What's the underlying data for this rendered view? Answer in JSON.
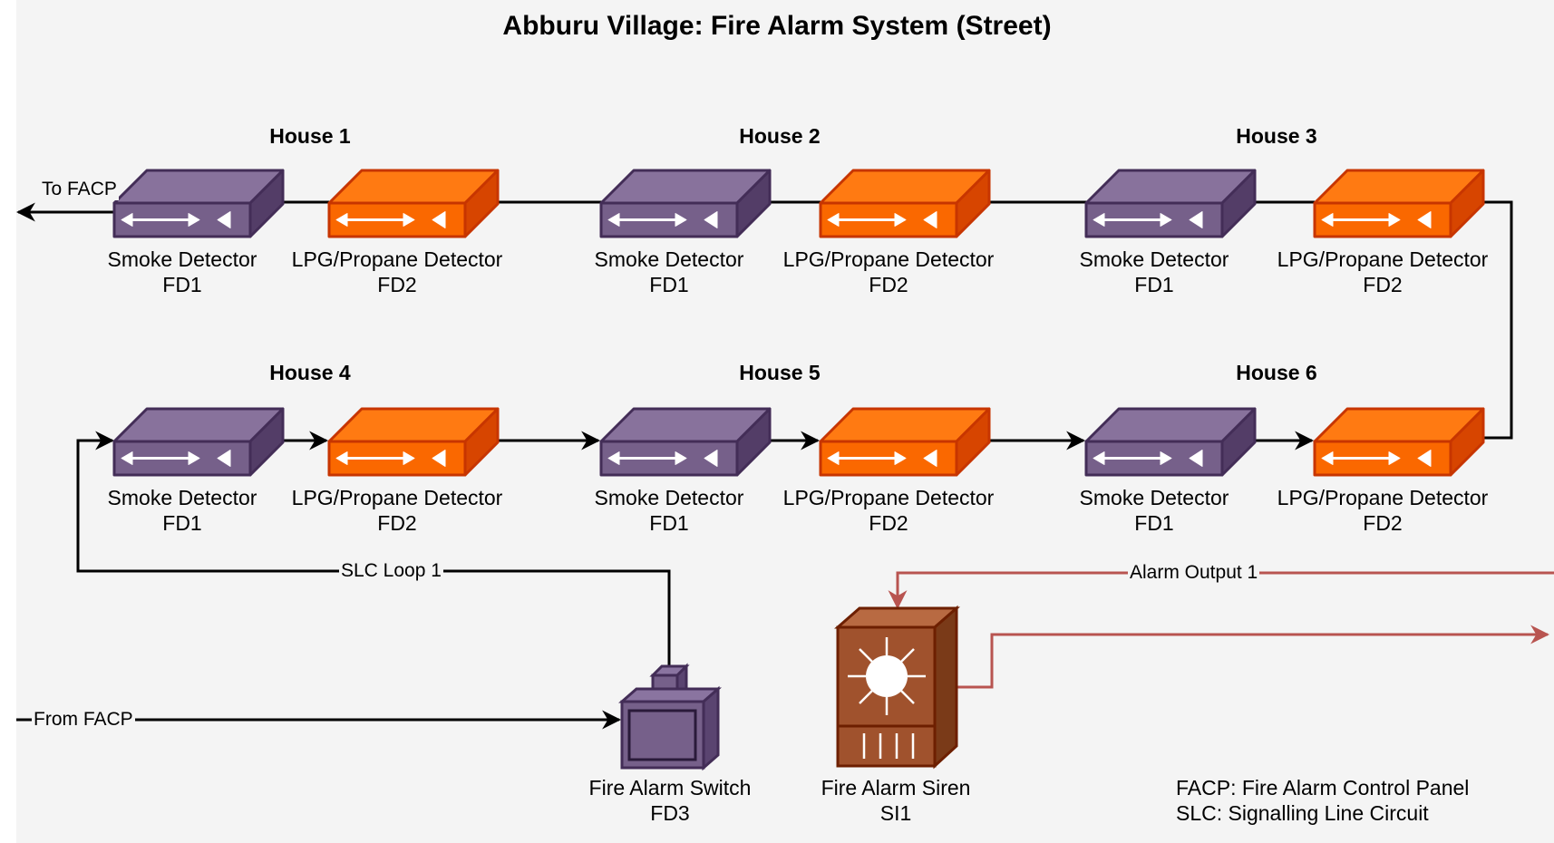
{
  "title": "Abburu Village: Fire Alarm System (Street)",
  "houses": [
    {
      "name": "House 1",
      "smoke": {
        "type": "Smoke Detector",
        "id": "FD1"
      },
      "lpg": {
        "type": "LPG/Propane Detector",
        "id": "FD2"
      }
    },
    {
      "name": "House 2",
      "smoke": {
        "type": "Smoke Detector",
        "id": "FD1"
      },
      "lpg": {
        "type": "LPG/Propane Detector",
        "id": "FD2"
      }
    },
    {
      "name": "House 3",
      "smoke": {
        "type": "Smoke Detector",
        "id": "FD1"
      },
      "lpg": {
        "type": "LPG/Propane Detector",
        "id": "FD2"
      }
    },
    {
      "name": "House 4",
      "smoke": {
        "type": "Smoke Detector",
        "id": "FD1"
      },
      "lpg": {
        "type": "LPG/Propane Detector",
        "id": "FD2"
      }
    },
    {
      "name": "House 5",
      "smoke": {
        "type": "Smoke Detector",
        "id": "FD1"
      },
      "lpg": {
        "type": "LPG/Propane Detector",
        "id": "FD2"
      }
    },
    {
      "name": "House 6",
      "smoke": {
        "type": "Smoke Detector",
        "id": "FD1"
      },
      "lpg": {
        "type": "LPG/Propane Detector",
        "id": "FD2"
      }
    }
  ],
  "switch": {
    "type": "Fire Alarm Switch",
    "id": "FD3"
  },
  "siren": {
    "type": "Fire Alarm Siren",
    "id": "SI1"
  },
  "connectors": {
    "to_facp": "To FACP",
    "from_facp": "From FACP",
    "slc_loop": "SLC Loop 1",
    "alarm_output": "Alarm Output 1"
  },
  "legend": [
    "FACP: Fire Alarm Control Panel",
    "SLC: Signalling Line Circuit"
  ],
  "colors": {
    "smoke_fill": "#76608a",
    "smoke_stroke": "#432d57",
    "lpg_fill": "#fa6800",
    "lpg_stroke": "#c73500",
    "siren_fill": "#a0522d",
    "siren_stroke": "#6d1f00",
    "alarm_line": "#b85450",
    "line": "#000000",
    "background": "#f4f4f4"
  }
}
